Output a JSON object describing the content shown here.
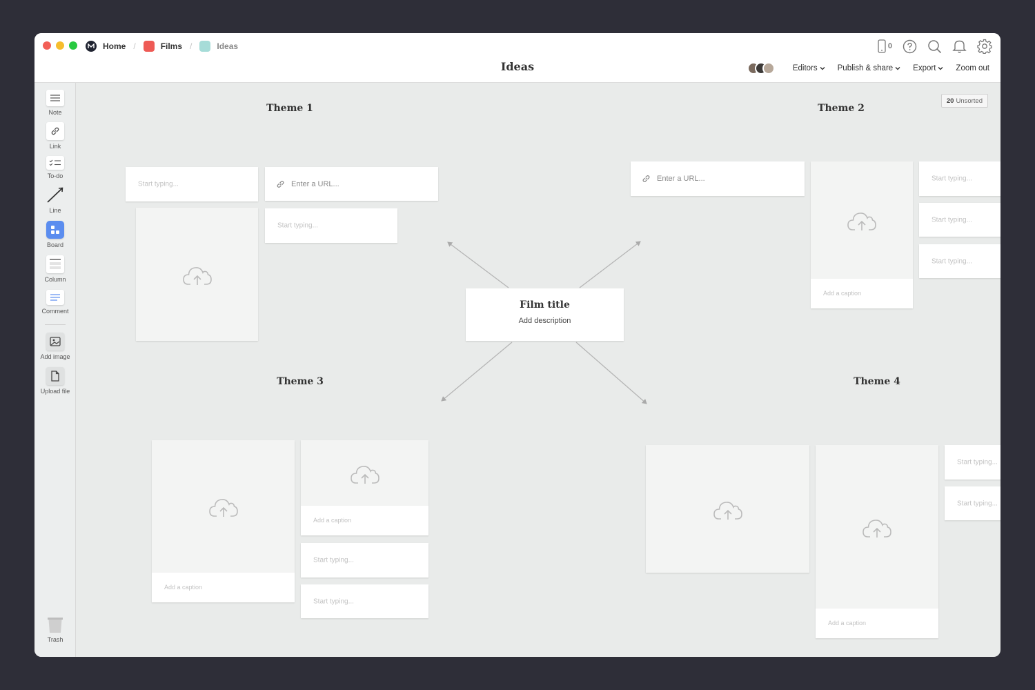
{
  "window": {
    "title": "Ideas"
  },
  "breadcrumbs": [
    {
      "label": "Home",
      "icon": "milanote-logo-icon",
      "color": "#1f2330"
    },
    {
      "label": "Films",
      "icon": "board-icon",
      "color": "#ee5a55"
    },
    {
      "label": "Ideas",
      "icon": "board-icon",
      "color": "#a6dcd8"
    }
  ],
  "header": {
    "phone_count": "0",
    "editors_label": "Editors",
    "publish_label": "Publish & share",
    "export_label": "Export",
    "zoom_label": "Zoom out"
  },
  "sidebar": {
    "tools": [
      {
        "label": "Note",
        "icon": "note-icon"
      },
      {
        "label": "Link",
        "icon": "link-icon"
      },
      {
        "label": "To-do",
        "icon": "todo-icon"
      },
      {
        "label": "Line",
        "icon": "line-icon"
      },
      {
        "label": "Board",
        "icon": "board-icon",
        "color": "#5b8def"
      },
      {
        "label": "Column",
        "icon": "column-icon"
      },
      {
        "label": "Comment",
        "icon": "comment-icon"
      },
      {
        "label": "Add image",
        "icon": "image-icon"
      },
      {
        "label": "Upload file",
        "icon": "file-icon"
      },
      {
        "label": "Trash",
        "icon": "trash-icon"
      }
    ]
  },
  "canvas": {
    "unsorted_count": "20",
    "unsorted_label": "Unsorted",
    "center": {
      "title": "Film title",
      "description": "Add description"
    },
    "themes": [
      "Theme 1",
      "Theme 2",
      "Theme 3",
      "Theme 4"
    ],
    "placeholders": {
      "note": "Start typing...",
      "url": "Enter a URL...",
      "caption": "Add a caption"
    }
  }
}
